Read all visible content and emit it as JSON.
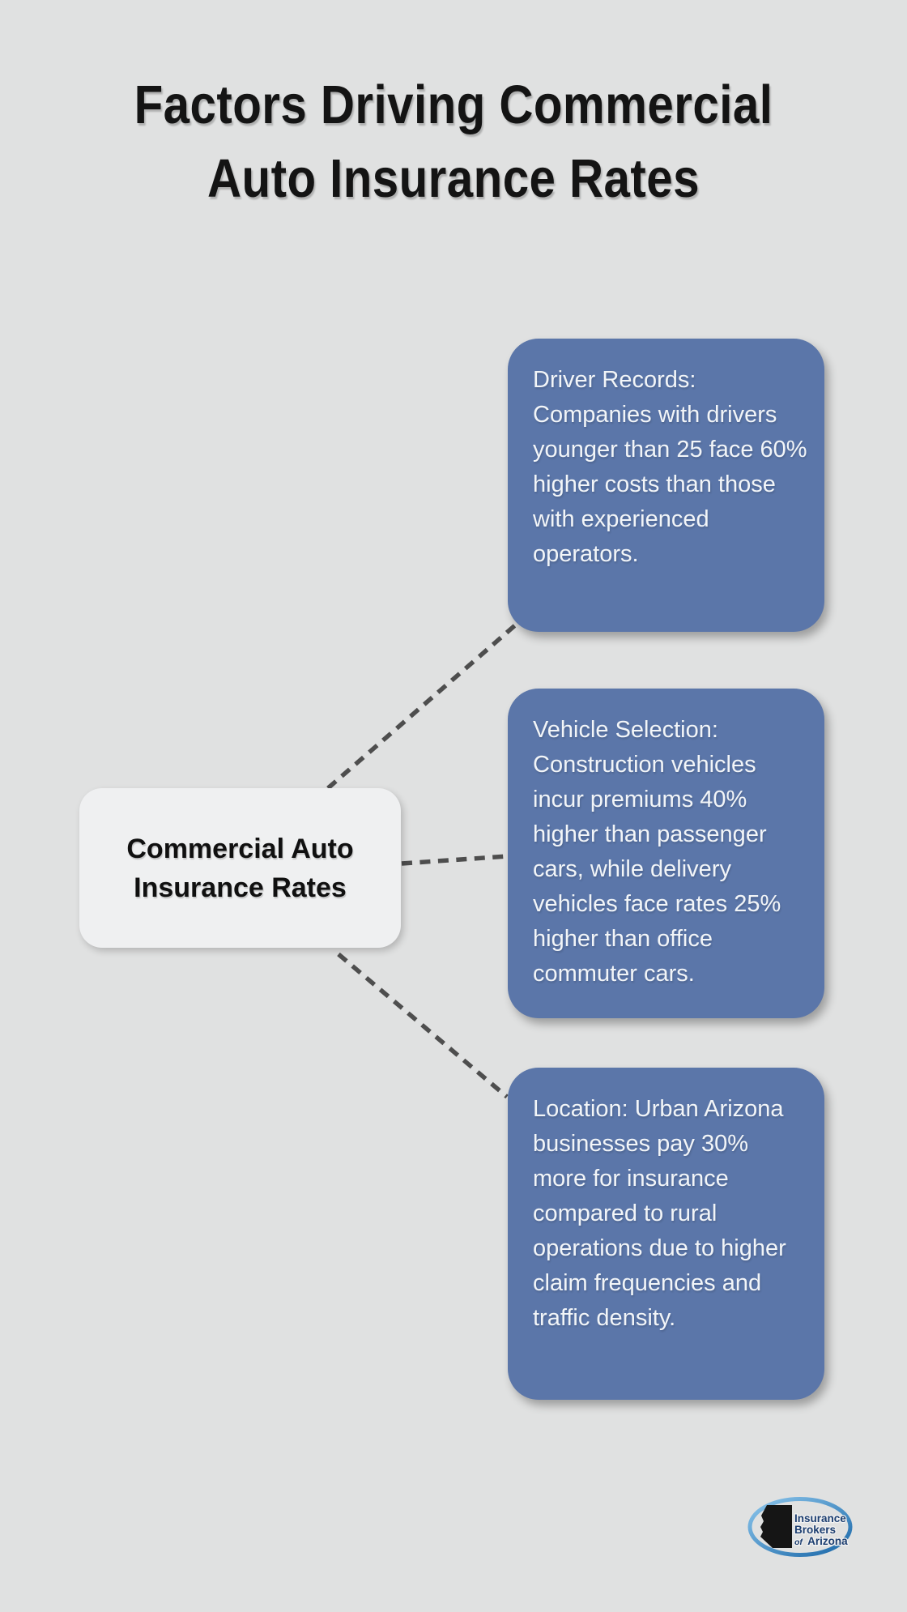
{
  "title": {
    "line1": "Factors Driving Commercial",
    "line2": "Auto Insurance Rates"
  },
  "center_node": {
    "label": "Commercial Auto Insurance Rates"
  },
  "factors": [
    {
      "text": "Driver Records: Companies with drivers younger than 25 face 60% higher costs than those with experienced operators."
    },
    {
      "text": "Vehicle Selection: Construction vehicles incur premiums 40% higher than passenger cars, while delivery vehicles face rates 25% higher than office commuter cars."
    },
    {
      "text": "Location: Urban Arizona businesses pay 30% more for insurance compared to rural operations due to higher claim frequencies and traffic density."
    }
  ],
  "logo": {
    "line1": "Insurance",
    "line2": "Brokers",
    "line3_italic": "of",
    "line3": "Arizona"
  },
  "colors": {
    "background": "#e0e1e1",
    "title": "#141414",
    "card_blue": "#5b76a9",
    "card_text": "#f2f5f8",
    "center_bg": "#eff0f1",
    "connector": "#4e4e4e",
    "logo_navy": "#1c3e70",
    "logo_ellipse_light": "#8cc6ec",
    "logo_ellipse_dark": "#1a67a8"
  }
}
